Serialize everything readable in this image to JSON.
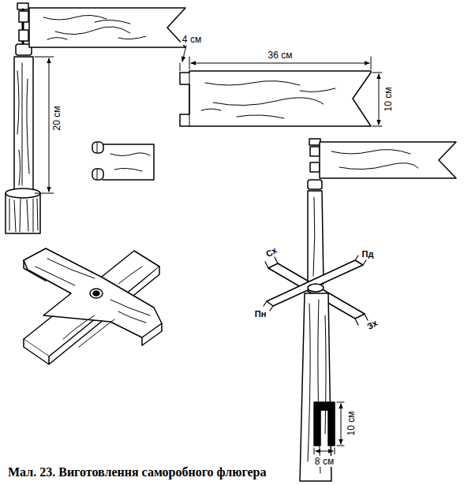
{
  "diagram": {
    "caption": "Мал. 23. Виготовлення саморобного флюгера",
    "labels": [
      "4 см",
      "36 см",
      "10 см",
      "20 см",
      "Сх",
      "Пд",
      "Пн",
      "Зх",
      "10 см",
      "8 см"
    ]
  }
}
